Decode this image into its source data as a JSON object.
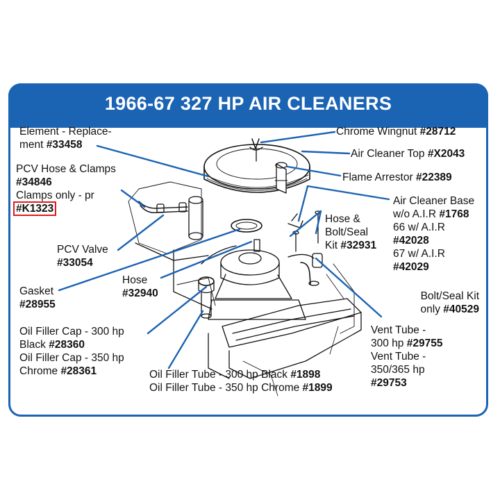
{
  "title": "1966-67 327 HP AIR CLEANERS",
  "colors": {
    "brand_blue": "#1b63b3",
    "highlight_red": "#e01a1a",
    "line_art": "#111111"
  },
  "callouts": {
    "element": {
      "l1": "Element - Replace-",
      "l2": "ment ",
      "pn": "#33458"
    },
    "pcv_hose": {
      "l1": "PCV Hose & Clamps",
      "pn1": "#34846",
      "l3": "Clamps only - pr",
      "pn2": "#K1323"
    },
    "pcv_valve": {
      "l1": "PCV Valve",
      "pn": "#33054"
    },
    "gasket": {
      "l1": "Gasket",
      "pn": "#28955"
    },
    "hose": {
      "l1": "Hose",
      "pn": "#32940"
    },
    "oil_cap": {
      "l1": "Oil Filler Cap - 300 hp",
      "l2": "Black ",
      "pn1": "#28360",
      "l3": "Oil Filler Cap - 350 hp",
      "l4": "Chrome ",
      "pn2": "#28361"
    },
    "oil_tube": {
      "l1": "Oil Filler Tube - 300 hp Black ",
      "pn1": "#1898",
      "l2": "Oil Filler Tube - 350 hp Chrome ",
      "pn2": "#1899"
    },
    "wingnut": {
      "l1": "Chrome Wingnut ",
      "pn": "#28712"
    },
    "top": {
      "l1": "Air Cleaner Top ",
      "pn": "#X2043"
    },
    "arrestor": {
      "l1": "Flame Arrestor ",
      "pn": "#22389"
    },
    "base": {
      "l1": "Air Cleaner Base",
      "l2": "w/o A.I.R ",
      "pn1": "#1768",
      "l3": "66 w/ A.I.R",
      "pn2": "#42028",
      "l5": "67 w/ A.I.R",
      "pn3": "#42029"
    },
    "hose_kit": {
      "l1": "Hose &",
      "l2": "Bolt/Seal",
      "l3": "Kit ",
      "pn": "#32931"
    },
    "bolt_kit": {
      "l1": "Bolt/Seal Kit",
      "l2": "only ",
      "pn": "#40529"
    },
    "vent": {
      "l1": "Vent Tube -",
      "l2": "300 hp ",
      "pn1": "#29755",
      "l3": "Vent Tube -",
      "l4": "350/365 hp",
      "pn2": "#29753"
    }
  }
}
